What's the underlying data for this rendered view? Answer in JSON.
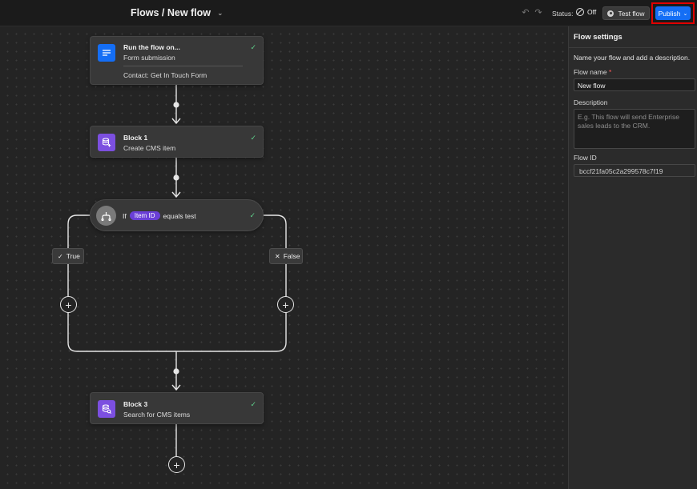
{
  "header": {
    "title": "Flows / New flow",
    "status_label": "Status:",
    "status_value": "Off",
    "test_button": "Test flow",
    "publish_button": "Publish"
  },
  "canvas": {
    "trigger": {
      "title": "Run the flow on...",
      "subtitle": "Form submission",
      "detail": "Contact: Get In Touch Form"
    },
    "block1": {
      "title": "Block 1",
      "subtitle": "Create CMS item"
    },
    "condition": {
      "prefix": "If",
      "field": "Item ID",
      "operator": "equals test"
    },
    "branch_true": "True",
    "branch_false": "False",
    "block3": {
      "title": "Block 3",
      "subtitle": "Search for CMS items"
    }
  },
  "panel": {
    "title": "Flow settings",
    "description": "Name your flow and add a description.",
    "name_label": "Flow name",
    "name_required": "*",
    "name_value": "New flow",
    "desc_label": "Description",
    "desc_placeholder": "E.g. This flow will send Enterprise sales leads to the CRM.",
    "id_label": "Flow ID",
    "id_value": "bccf21fa05c2a299578c7f19"
  },
  "colors": {
    "accent": "#146ef5",
    "purple": "#7c4fe0",
    "check": "#5fd18b",
    "highlight": "#e00000"
  }
}
